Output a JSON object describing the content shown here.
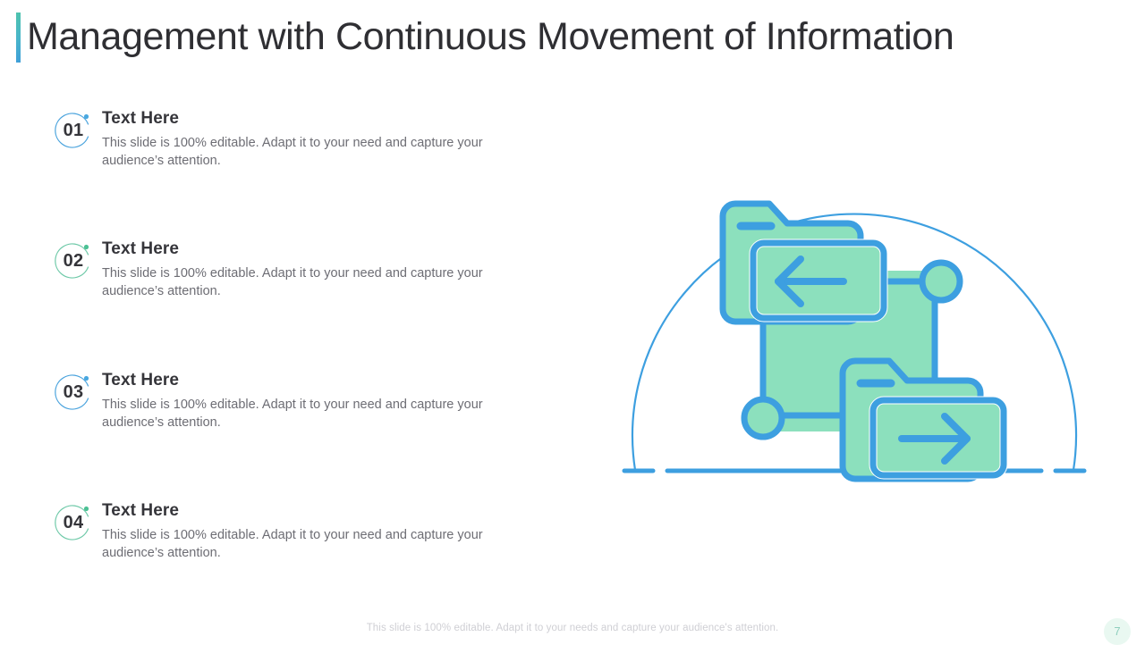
{
  "slide": {
    "title": "Management with Continuous Movement of Information",
    "page_number": "7",
    "footer_note": "This slide is 100% editable. Adapt it to your needs and capture your audience's attention.",
    "accent_top_color": "#4ec3ad",
    "accent_bottom_color": "#3f9fd8"
  },
  "list": {
    "items": [
      {
        "number": "01",
        "heading": "Text Here",
        "text": "This slide is 100% editable. Adapt it to your need and capture your audience’s attention.",
        "ring_color": "#4aa3dd",
        "dot_color": "#49a8e0"
      },
      {
        "number": "02",
        "heading": "Text Here",
        "text": "This slide is 100% editable. Adapt it to your need and capture your audience’s attention.",
        "ring_color": "#6ec9a8",
        "dot_color": "#4cc194"
      },
      {
        "number": "03",
        "heading": "Text Here",
        "text": "This slide is 100% editable. Adapt it to your need and capture your audience’s attention.",
        "ring_color": "#4aa3dd",
        "dot_color": "#49a8e0"
      },
      {
        "number": "04",
        "heading": "Text Here",
        "text": "This slide is 100% editable. Adapt it to your need and capture your audience’s attention.",
        "ring_color": "#6ec9a8",
        "dot_color": "#4cc194"
      }
    ]
  },
  "illustration": {
    "name": "folders-data-transfer-icon",
    "stroke_color": "#3d9fe0",
    "fill_color": "#8ce0bd",
    "circle_outline_color": "#3d9fe0",
    "elements": [
      "arc-backdrop",
      "ground-line-dashed",
      "folder-top-left-arrow",
      "folder-bottom-right-arrow",
      "connector-square",
      "node-top-right",
      "node-bottom-left"
    ]
  }
}
